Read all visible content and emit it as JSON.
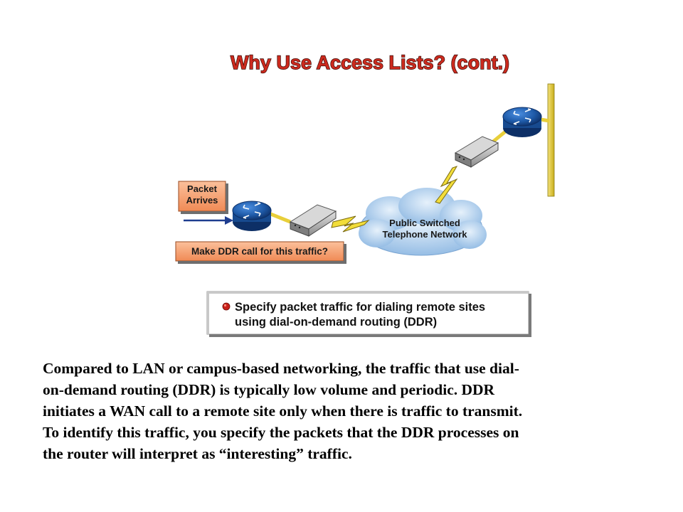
{
  "diagram": {
    "title": "Why Use Access Lists? (cont.)",
    "packet_label_line1": "Packet",
    "packet_label_line2": "Arrives",
    "cloud_label_line1": "Public Switched",
    "cloud_label_line2": "Telephone Network",
    "question_label": "Make DDR call for this traffic?",
    "bullet_line1": "Specify packet traffic for dialing remote sites",
    "bullet_line2": "using dial-on-demand routing (DDR)"
  },
  "body": {
    "lines": [
      "Compared to LAN or campus-based networking, the traffic that use dial-",
      "on-demand routing (DDR) is typically low volume and periodic. DDR",
      "initiates a WAN call to a remote site only when there is traffic to transmit.",
      "To identify this traffic, you specify the packets that the DDR processes on",
      "the router will interpret as “interesting” traffic."
    ]
  },
  "colors": {
    "title_fill": "#cc2a1e",
    "label_box": "#f6a272",
    "router_blue": "#1e5aa8",
    "cable_yellow": "#e8cf3a",
    "bullet_red": "#c8201a",
    "cloud_blue": "#b9d6ee"
  },
  "icons": [
    "router-icon",
    "modem-icon",
    "cloud-icon",
    "lightning-icon",
    "arrow-icon",
    "bullet-icon"
  ]
}
